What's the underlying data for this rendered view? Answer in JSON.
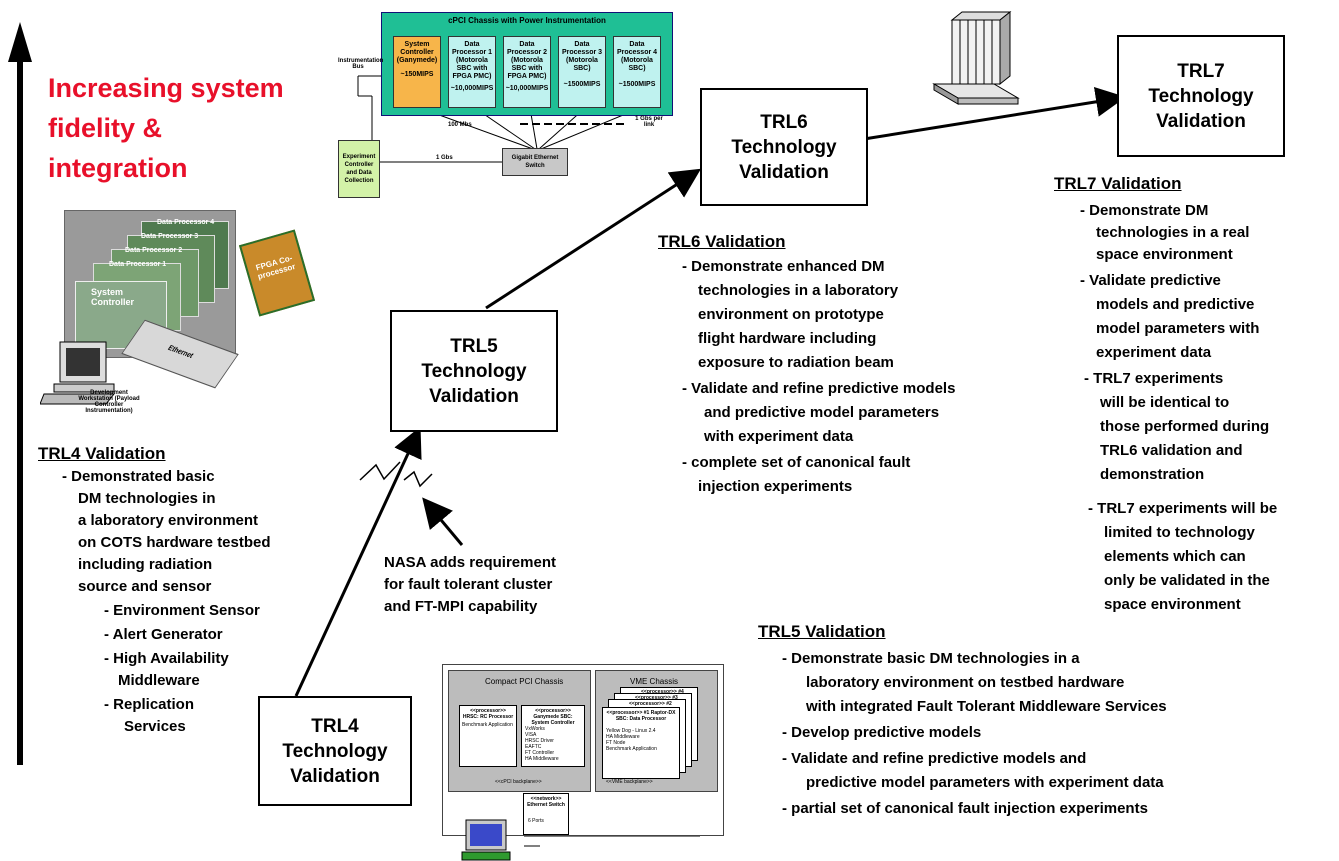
{
  "fidelity": {
    "line1": "Increasing system",
    "line2": "fidelity &",
    "line3": "integration"
  },
  "boxes": {
    "trl4": [
      "TRL4",
      "Technology",
      "Validation"
    ],
    "trl5": [
      "TRL5",
      "Technology",
      "Validation"
    ],
    "trl6": [
      "TRL6",
      "Technology",
      "Validation"
    ],
    "trl7": [
      "TRL7",
      "Technology",
      "Validation"
    ]
  },
  "trl4_validation": {
    "title": "TRL4 Validation",
    "lines": [
      "-  Demonstrated basic",
      "DM technologies in",
      "a laboratory environment",
      "on COTS hardware testbed",
      "including radiation",
      "source and sensor",
      "- Environment Sensor",
      "- Alert Generator",
      "- High Availability",
      "Middleware",
      "- Replication",
      "Services"
    ]
  },
  "trl5_validation": {
    "title": "TRL5 Validation",
    "lines": [
      "-  Demonstrate basic DM technologies in a",
      "laboratory environment on testbed hardware",
      "with integrated Fault Tolerant Middleware  Services",
      "-  Develop predictive models",
      "-  Validate and refine predictive models and",
      "predictive model parameters with experiment data",
      "-  partial set of canonical fault injection experiments"
    ]
  },
  "trl6_validation": {
    "title": "TRL6 Validation",
    "lines": [
      "-  Demonstrate enhanced DM",
      "technologies in a laboratory",
      "environment on prototype",
      "flight hardware including",
      "exposure to radiation beam",
      "-  Validate and refine predictive models",
      "and predictive model parameters",
      "with experiment data",
      "-  complete set of canonical fault",
      "injection experiments"
    ]
  },
  "trl7_validation": {
    "title": "TRL7 Validation",
    "lines": [
      "-  Demonstrate DM",
      "technologies in a real",
      "space environment",
      "-  Validate predictive",
      "models and predictive",
      "model parameters with",
      "experiment data",
      "- TRL7 experiments",
      "will be identical to",
      "those performed during",
      "TRL6 validation and",
      "demonstration",
      "- TRL7 experiments will be",
      "limited to technology",
      "elements which can",
      "only be validated in the",
      "space environment"
    ]
  },
  "nasa": [
    "NASA adds requirement",
    "for fault tolerant cluster",
    "and FT-MPI capability"
  ],
  "cpci": {
    "title": "cPCI Chassis with Power Instrumentation",
    "bus_label": "Instrumentation Bus",
    "procs": [
      {
        "name": "System Controller (Ganymede)",
        "mips": "~150MIPS",
        "color": "#f7b54a"
      },
      {
        "name": "Data Processor 1 (Motorola SBC with FPGA PMC)",
        "mips": "~10,000MIPS",
        "color": "#bff2ef"
      },
      {
        "name": "Data Processor 2 (Motorola SBC with FPGA PMC)",
        "mips": "~10,000MIPS",
        "color": "#bff2ef"
      },
      {
        "name": "Data Processor 3 (Motorola SBC)",
        "mips": "~1500MIPS",
        "color": "#bff2ef"
      },
      {
        "name": "Data Processor 4 (Motorola SBC)",
        "mips": "~1500MIPS",
        "color": "#bff2ef"
      }
    ],
    "link_100": "100 Mbs",
    "link_1g_per": "1 Gbs per link",
    "link_1g": "1 Gbs",
    "experiment": "Experiment Controller and Data Collection",
    "switch": "Gigabit Ethernet Switch"
  },
  "testbed": {
    "processors": [
      "Data Processor 4",
      "Data Processor 3",
      "Data Processor 2",
      "Data Processor 1"
    ],
    "controller": "System Controller",
    "fpga": "FPGA Co-processor",
    "ethernet": "Ethernet",
    "workstation": "Development Workstation (Payload Controller Instrumentation)"
  },
  "chassis": {
    "cpci_title": "Compact PCI Chassis",
    "vme_title": "VME Chassis",
    "hrsc_header": "<<processor>> HRSC: RC Processor",
    "hrsc_body": "Benchmark Application",
    "gany_header": "<<processor>> Ganymede SBC: System Controller",
    "gany_body": [
      "VxWorks",
      "VISA",
      "HRSC Driver",
      "EAFTC",
      "FT Controller",
      "HA Middleware"
    ],
    "raptor_header": "<<processor>> #1 Raptor-DX SBC: Data Processor",
    "raptor_body": [
      "Yellow Dog - Linux 2.4",
      "HA Middleware",
      "FT Node",
      "Benchmark Application"
    ],
    "stack_labels": [
      "<<processor>> #4",
      "<<processor>> #3",
      "<<processor>> #2"
    ],
    "cpci_backplane": "<<cPCI backplane>>",
    "vme_backplane": "<<VME backplane>>",
    "switch": "<<network>> Ethernet Switch",
    "ports": "6 Ports"
  },
  "colors": {
    "fidelity_red": "#e8102a",
    "cpci_green": "#1fbf95"
  }
}
